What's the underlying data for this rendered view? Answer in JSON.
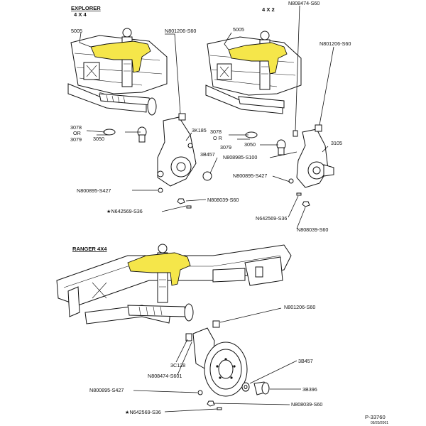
{
  "colors": {
    "highlight": "#f5e64a",
    "ink": "#111111",
    "background": "#ffffff"
  },
  "panels": {
    "explorer": {
      "title_line1": "EXPLORER",
      "title_line2": "4 X 4",
      "labels": {
        "l5005": "5005",
        "ln801206": "N801206-S60",
        "l3078": "3078",
        "lor": "OR",
        "l3079": "3079",
        "l3050": "3050",
        "l3k185": "3K185",
        "l3b457": "3B457",
        "ln800895": "N800895-S427",
        "ln808039": "N808039-S60",
        "ln642569": "★N642569-S36"
      }
    },
    "explorer_4x2": {
      "title": "4 X 2",
      "labels": {
        "ln808474": "N808474-S60",
        "l5005": "5005",
        "ln801206": "N801206-S60",
        "l3078": "3078",
        "lor": "O R",
        "l3050": "3050",
        "l3079": "3079",
        "l3105": "3105",
        "ln808985": "N808985-S100",
        "ln800895": "N800895-S427",
        "ln642569": "N642569-S36",
        "ln808039": "N808039-S60"
      }
    },
    "ranger": {
      "title": "RANGER 4X4",
      "labels": {
        "ln801206": "N801206-S60",
        "l3c128": "3C128",
        "ln808474": "N808474-S601",
        "l3b457": "3B457",
        "ln800895": "N800895-S427",
        "l3b396": "3B396",
        "ln808039": "N808039-S60",
        "ln642569": "★N642569-S36"
      }
    }
  },
  "footer": {
    "figure_id": "P-33760",
    "date": "09/20/2001"
  }
}
